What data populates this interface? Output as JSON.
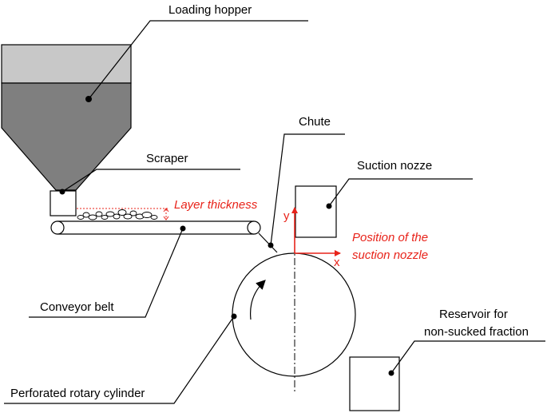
{
  "labels": {
    "loading_hopper": "Loading hopper",
    "scraper": "Scraper",
    "layer_thickness": "Layer thickness",
    "chute": "Chute",
    "suction_nozzle": "Suction nozze",
    "position_line1": "Position of the",
    "position_line2": "suction nozzle",
    "axis_y": "y",
    "axis_x": "x",
    "conveyor_belt": "Conveyor belt",
    "reservoir_line1": "Reservoir for",
    "reservoir_line2": "non-sucked fraction",
    "cylinder": "Perforated rotary cylinder"
  },
  "colors": {
    "hopper_top": "#c8c8c8",
    "hopper_bottom": "#7f7f7f",
    "accent_red": "#e8231a",
    "line": "#000000"
  }
}
